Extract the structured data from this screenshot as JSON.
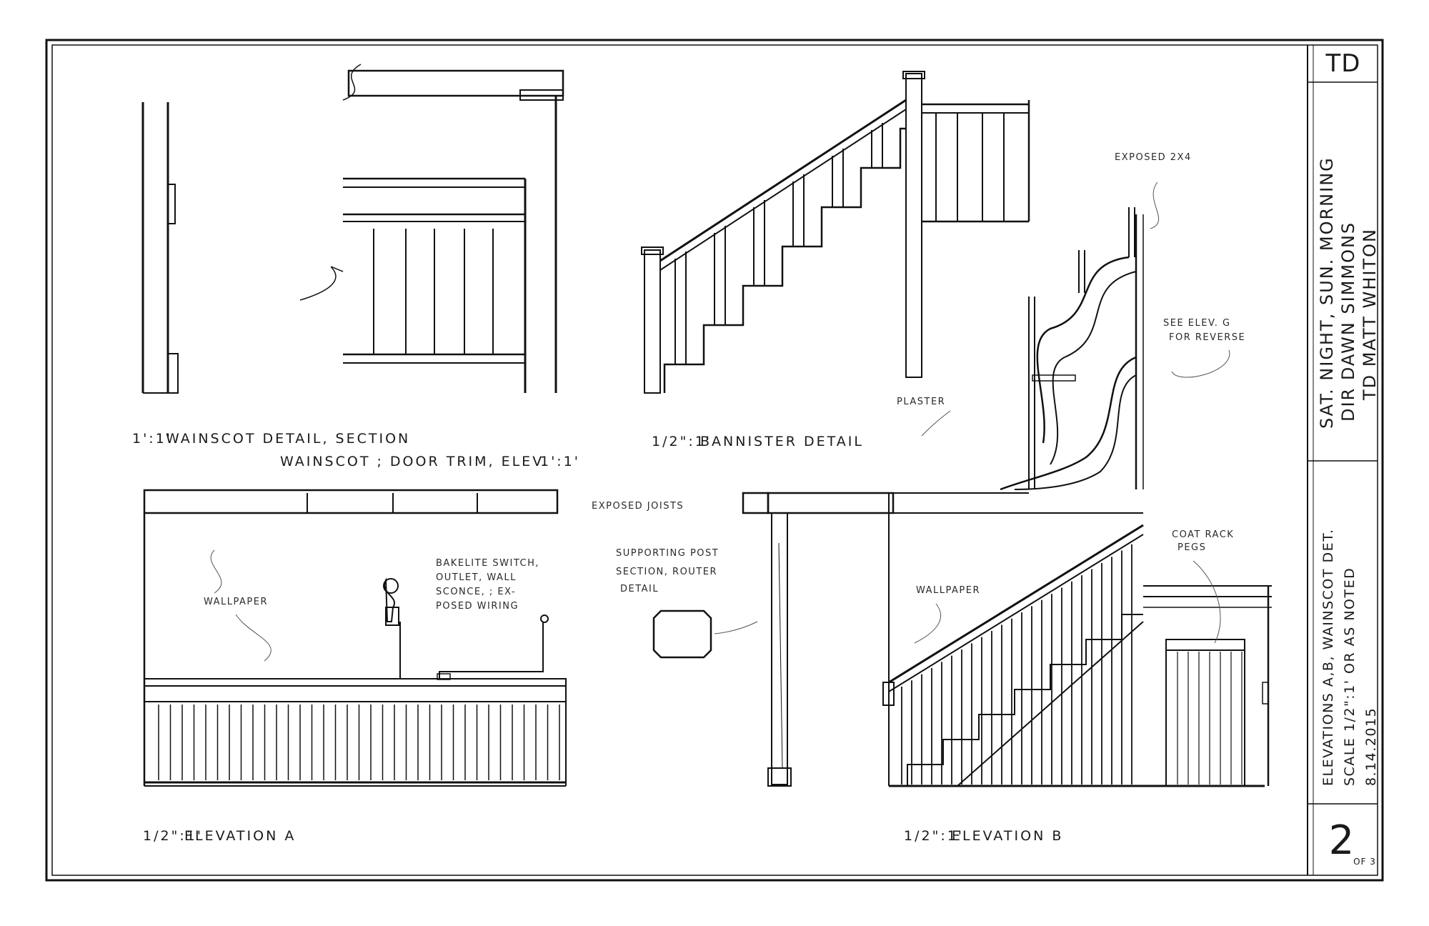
{
  "sheet": {
    "initials": "TD",
    "sheet_number": "2",
    "sheet_of": "OF 3"
  },
  "title_block": {
    "line1": "SAT. NIGHT, SUN. MORNING",
    "line2": "DIR DAWN SIMMONS",
    "line3": "TD MATT WHITON",
    "desc1": "ELEVATIONS A,B, WAINSCOT DET.",
    "desc2": "SCALE 1/2\":1' OR AS NOTED",
    "desc3": "8.14.2015"
  },
  "views": {
    "wainscot_section": {
      "scale": "1':1'",
      "title": "WAINSCOT DETAIL, SECTION"
    },
    "wainscot_door": {
      "title": "WAINSCOT ; DOOR TRIM, ELEV.",
      "scale": "1':1'"
    },
    "bannister": {
      "scale": "1/2\":1'",
      "title": "BANNISTER DETAIL"
    },
    "elevation_a": {
      "scale": "1/2\":1'",
      "title": "ELEVATION A"
    },
    "elevation_b": {
      "scale": "1/2\":1'",
      "title": "ELEVATION B"
    }
  },
  "notes": {
    "exposed_2x4": "EXPOSED 2X4",
    "see_elev": "SEE ELEV. G",
    "for_reverse": "FOR REVERSE",
    "plaster": "PLASTER",
    "exposed_joists": "EXPOSED JOISTS",
    "supporting_post_1": "SUPPORTING POST",
    "supporting_post_2": "SECTION, ROUTER",
    "supporting_post_3": "DETAIL",
    "coat_rack_1": "COAT RACK",
    "coat_rack_2": "PEGS",
    "bakelite_1": "BAKELITE SWITCH,",
    "bakelite_2": "OUTLET, WALL",
    "bakelite_3": "SCONCE, ; EX-",
    "bakelite_4": "POSED WIRING",
    "wallpaper_a": "WALLPAPER",
    "wallpaper_b": "WALLPAPER"
  }
}
